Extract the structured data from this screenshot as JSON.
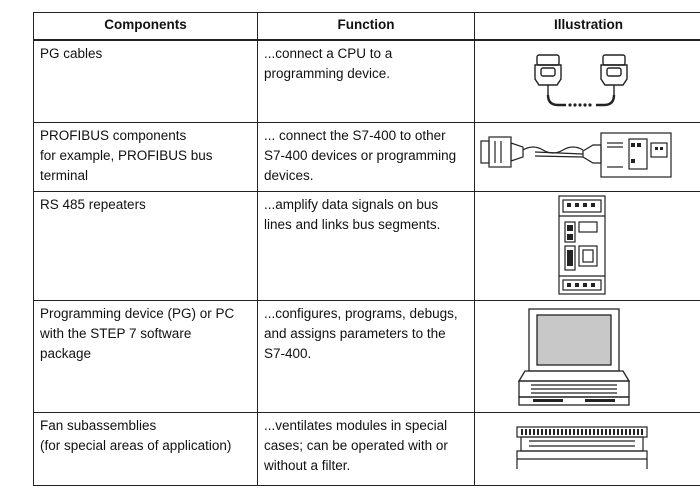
{
  "table": {
    "headers": [
      "Components",
      "Function",
      "Illustration"
    ],
    "rows": [
      {
        "component": "PG cables",
        "function": "...connect a CPU to a\nprogramming device.",
        "illustration_icon": "pg-cable-icon"
      },
      {
        "component": "PROFIBUS components\nfor example, PROFIBUS bus\nterminal",
        "function": "... connect the S7-400 to other\nS7-400 devices or programming\ndevices.",
        "illustration_icon": "profibus-bus-terminal-icon"
      },
      {
        "component": "RS 485 repeaters",
        "function": "...amplify data signals on bus\nlines and links bus segments.",
        "illustration_icon": "rs485-repeater-icon"
      },
      {
        "component": "Programming device (PG) or PC\nwith the STEP 7 software\npackage",
        "function": "...configures, programs, debugs,\nand assigns parameters to the\nS7-400.",
        "illustration_icon": "programming-device-icon"
      },
      {
        "component": "Fan subassemblies\n(for special areas of application)",
        "function": "...ventilates modules in special\ncases; can be operated with or\nwithout a filter.",
        "illustration_icon": "fan-subassembly-icon"
      }
    ]
  }
}
